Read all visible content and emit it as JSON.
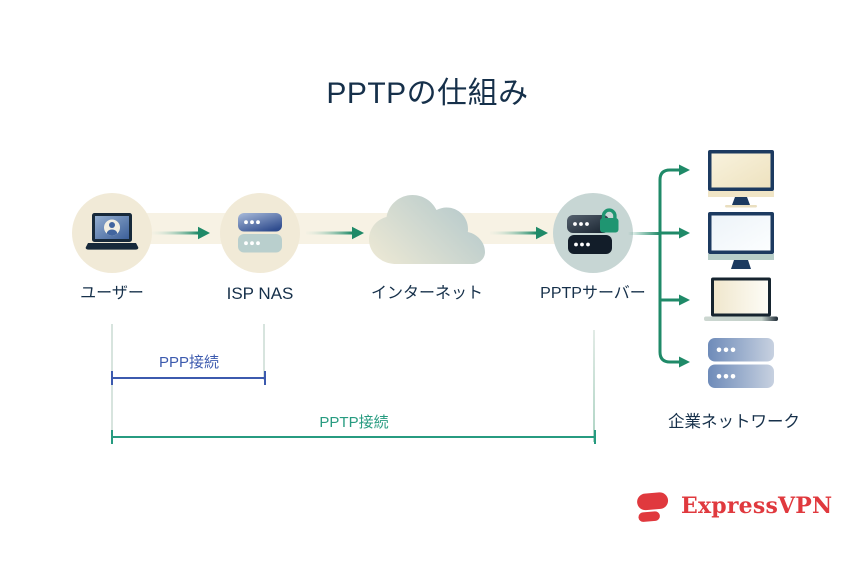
{
  "title": "PPTPの仕組み",
  "nodes": {
    "user": {
      "label": "ユーザー",
      "icon": "laptop-user-icon"
    },
    "isp_nas": {
      "label": "ISP NAS",
      "icon": "server-stack-icon"
    },
    "internet": {
      "label": "インターネット",
      "icon": "cloud-icon"
    },
    "pptp_server": {
      "label": "PPTPサーバー",
      "icon": "locked-server-icon"
    }
  },
  "corporate_network": {
    "label": "企業ネットワーク",
    "devices": [
      "desktop-monitor-icon",
      "desktop-monitor-icon",
      "laptop-icon",
      "server-stack-icon"
    ]
  },
  "brackets": {
    "ppp": {
      "label": "PPP接続"
    },
    "pptp": {
      "label": "PPTP接続"
    }
  },
  "branding": {
    "logo_text": "ExpressVPN",
    "logo_icon": "expressvpn-mark-icon"
  },
  "colors": {
    "title_text": "#16304a",
    "label_text": "#16304a",
    "arrow_green": "#1f8a68",
    "ppp_blue": "#3c5aae",
    "pptp_green": "#279b80",
    "brand_red": "#e0393e",
    "user_circle": "#f1ead7",
    "server_circle": "#c7d6d4",
    "band": "#f7f2e4",
    "lock_green": "#1f9571"
  }
}
